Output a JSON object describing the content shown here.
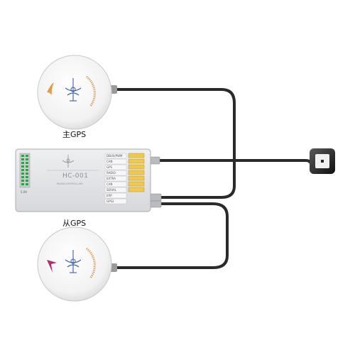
{
  "labels": {
    "main_gps": "主GPS",
    "secondary_gps": "从GPS"
  },
  "controller": {
    "model": "HC-001",
    "subtitle": "MAINCONTROLLER",
    "voltage": "5.0V",
    "ports": [
      "DBUS/PWM",
      "CAN",
      "GPS",
      "RADIO",
      "EXTRA",
      "CAN",
      "SERIAL",
      "EXP",
      "GPS2"
    ]
  },
  "colors": {
    "cable": "#2a2a2a",
    "gps_body": "#f4f4f4",
    "arrow_main": "#d9a04a",
    "arrow_secondary": "#b0306a",
    "antenna_logo": "#3a5fa8",
    "scale_ring": "#d79a55",
    "controller_body": "#dedfe2",
    "header_pins": "#26a840"
  },
  "icons": {
    "gps_logo": "antenna-logo-icon",
    "direction_arrow": "direction-arrow-icon",
    "status_led": "led-indicator-icon"
  }
}
